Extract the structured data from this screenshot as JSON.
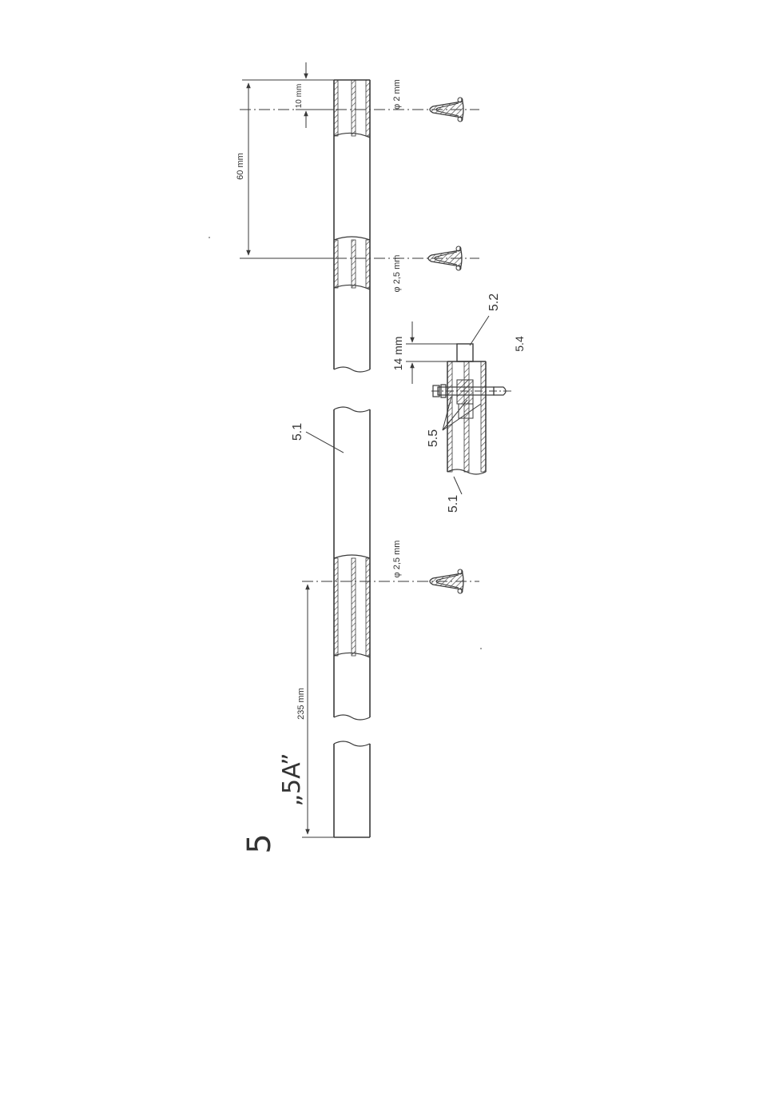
{
  "figure": {
    "number": "5",
    "variant": "„5A”"
  },
  "dimensions": {
    "rod_total": "235 mm",
    "hole_spacing": "60 mm",
    "end_offset": "10 mm",
    "detail_height": "14 mm"
  },
  "hole_diameters": {
    "top": "φ 2 mm",
    "middle": "φ 2,5 mm",
    "bottom": "φ 2,5 mm"
  },
  "part_labels": {
    "rod": "5.1",
    "detail_rod": "5.1",
    "pin": "5.2",
    "part_4": "5.4",
    "screws": "5.5"
  },
  "colors": {
    "ink": "#3a3a3a",
    "paper": "#ffffff"
  }
}
